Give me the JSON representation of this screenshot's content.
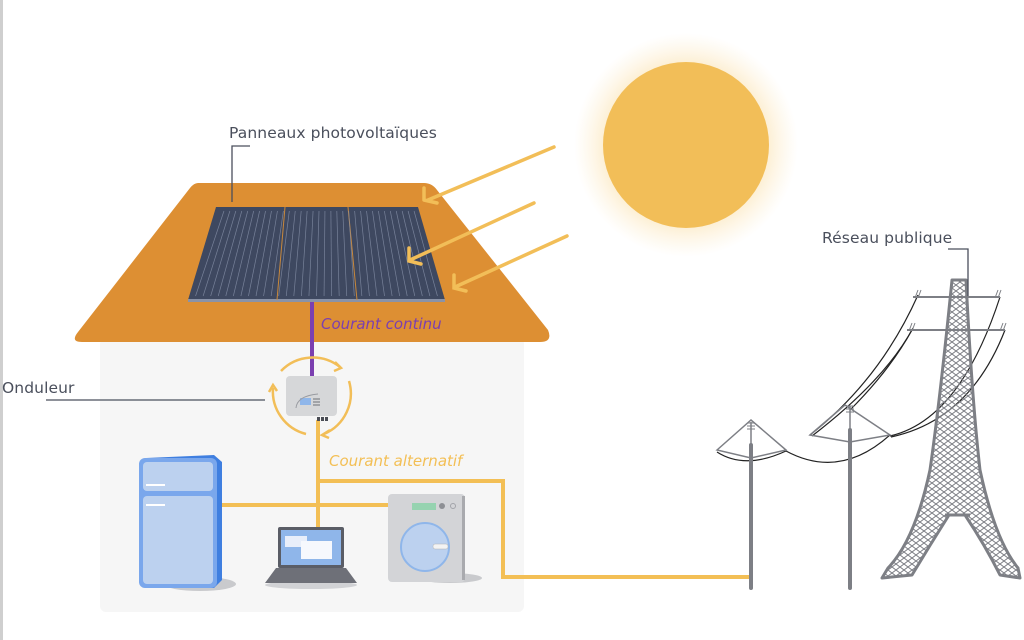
{
  "title": "Installation photovoltaïque raccordée au réseau",
  "labels": {
    "panels": "Panneaux photovoltaïques",
    "inverter": "Onduleur",
    "dc_current": "Courant continu",
    "ac_current": "Courant alternatif",
    "grid": "Réseau publique"
  },
  "elements": {
    "sun": "sun-icon",
    "roof": "roof",
    "solar_panel": "solar-panel-icon",
    "inverter": "inverter-icon",
    "fridge": "fridge-icon",
    "laptop": "laptop-icon",
    "washing_machine": "washing-machine-icon",
    "utility_poles": "utility-pole-icon",
    "pylon": "power-pylon-icon"
  },
  "colors": {
    "roof": "#dd8f33",
    "panel": "#3e4860",
    "sun": "#f2be58",
    "dc_wire": "#7b3fb0",
    "ac_wire": "#f3bf55",
    "house_wall": "#f6f6f6",
    "appliance_blue": "#7aa7ec",
    "grey_structure": "#7d7f85",
    "label_text": "#4a4f5c"
  }
}
